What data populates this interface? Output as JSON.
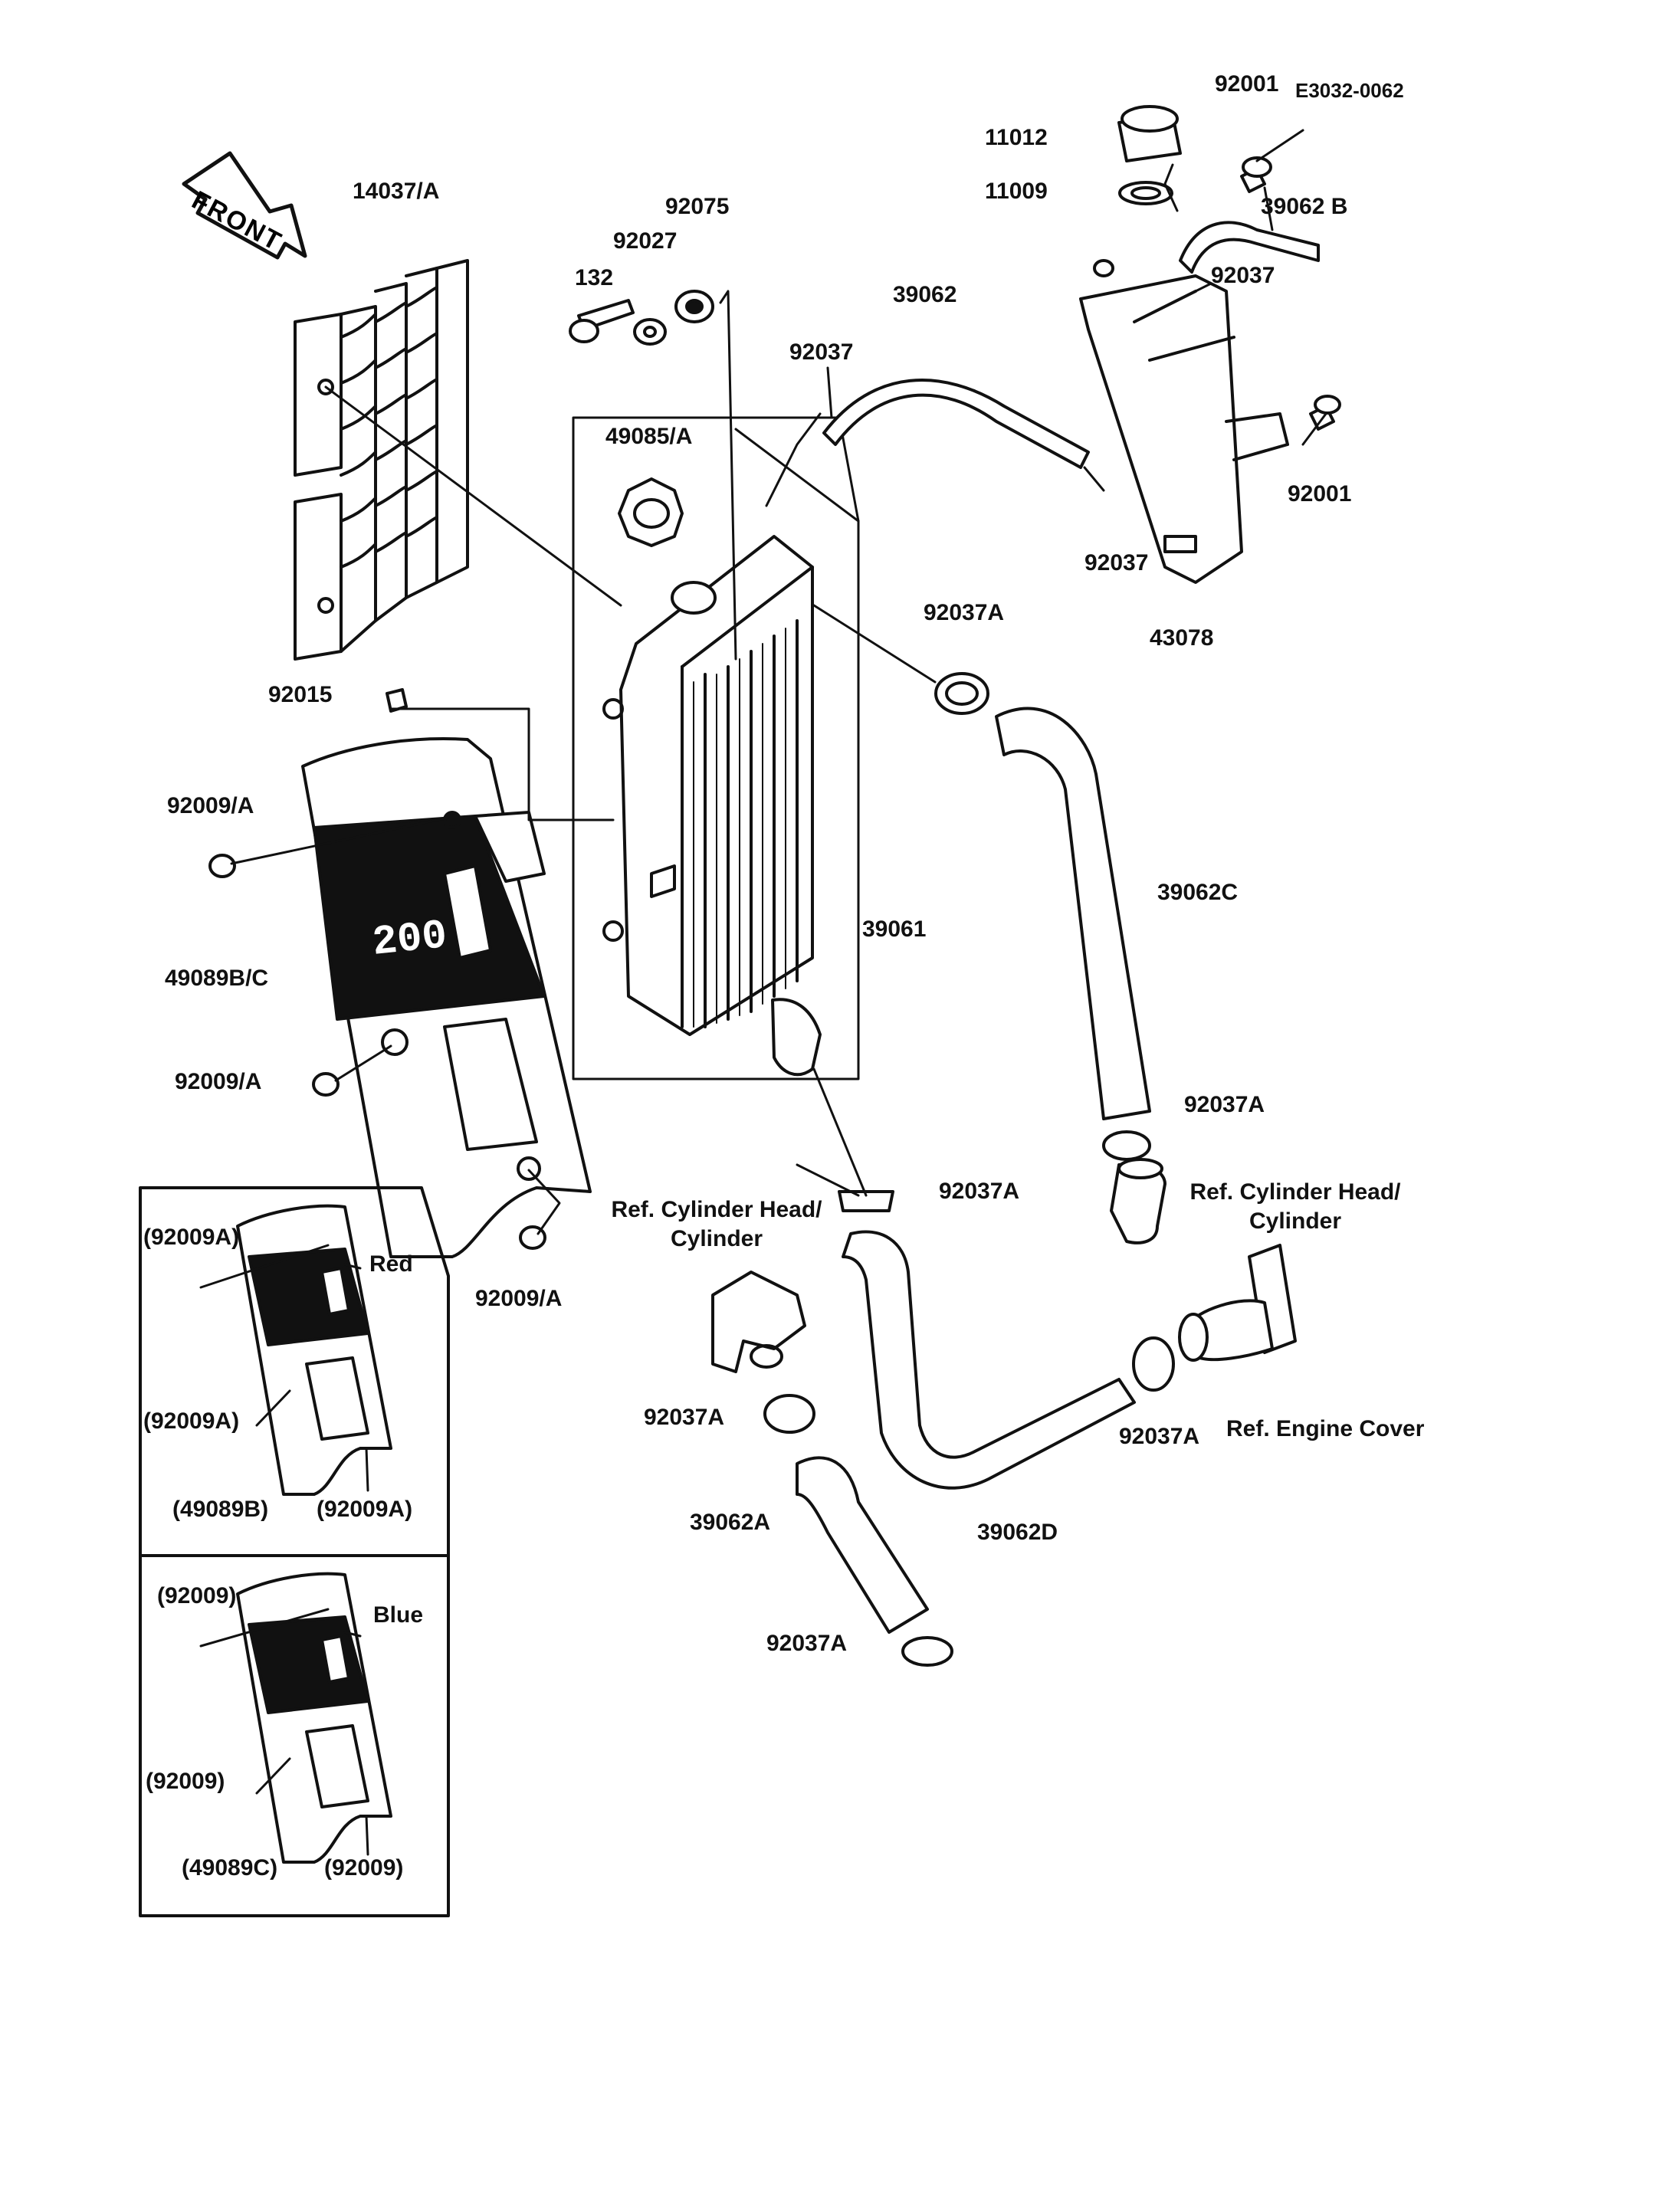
{
  "diagram_code": "E3032-0062",
  "front_label": "FRONT",
  "shroud_badge": "200",
  "parts": {
    "p14037A": "14037/A",
    "p132": "132",
    "p92027": "92027",
    "p92075": "92075",
    "p39062": "39062",
    "p92037_top": "92037",
    "p49085A": "49085/A",
    "p92001_top": "92001",
    "p11012": "11012",
    "p11009": "11009",
    "p39062B": "39062 B",
    "p92037_tank": "92037",
    "p92001_right": "92001",
    "p92037_mid": "92037",
    "p43078": "43078",
    "p92037A_radiator": "92037A",
    "p92015": "92015",
    "p92009A_upper": "92009/A",
    "p39062C": "39062C",
    "p39061": "39061",
    "p49089BC": "49089B/C",
    "p92009A_lower": "92009/A",
    "p92037A_hoseC": "92037A",
    "p92037A_outlet": "92037A",
    "p92009A_bottom": "92009/A",
    "p92037A_left": "92037A",
    "p92037A_right": "92037A",
    "p39062A": "39062A",
    "p39062D": "39062D",
    "p92037A_bottom": "92037A"
  },
  "references": {
    "cyl_head_left": "Ref. Cylinder Head/\nCylinder",
    "cyl_head_right": "Ref. Cylinder Head/\nCylinder",
    "engine_cover": "Ref. Engine Cover"
  },
  "inset_red": {
    "bolt_top": "(92009A)",
    "color": "Red",
    "bolt_mid": "(92009A)",
    "shroud": "(49089B)",
    "bolt_bottom": "(92009A)"
  },
  "inset_blue": {
    "bolt_top": "(92009)",
    "color": "Blue",
    "bolt_mid": "(92009)",
    "shroud": "(49089C)",
    "bolt_bottom": "(92009)"
  }
}
